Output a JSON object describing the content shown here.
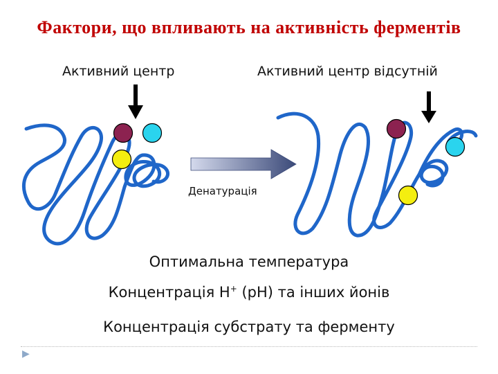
{
  "title": "Фактори, що впливають на активність ферментів",
  "labels": {
    "active_center": "Активний центр",
    "active_center_absent": "Активний центр відсутній",
    "denaturation": "Денатурація"
  },
  "factors": {
    "temperature": "Оптимальна температура",
    "ph_prefix": "Концентрація Н",
    "ph_sup": "+",
    "ph_suffix": " (рН) та інших йонів",
    "substrate": "Концентрація субстрату та ферменту"
  },
  "colors": {
    "title": "#c00000",
    "chain": "#1f66c9",
    "residue_maroon": "#8c2250",
    "residue_cyan": "#2ad4ee",
    "residue_yellow": "#f4ee10",
    "arrow_gradient": [
      "#d4d9ec",
      "#3b4a79"
    ]
  },
  "icons": {
    "slide_bullet": "▶"
  }
}
